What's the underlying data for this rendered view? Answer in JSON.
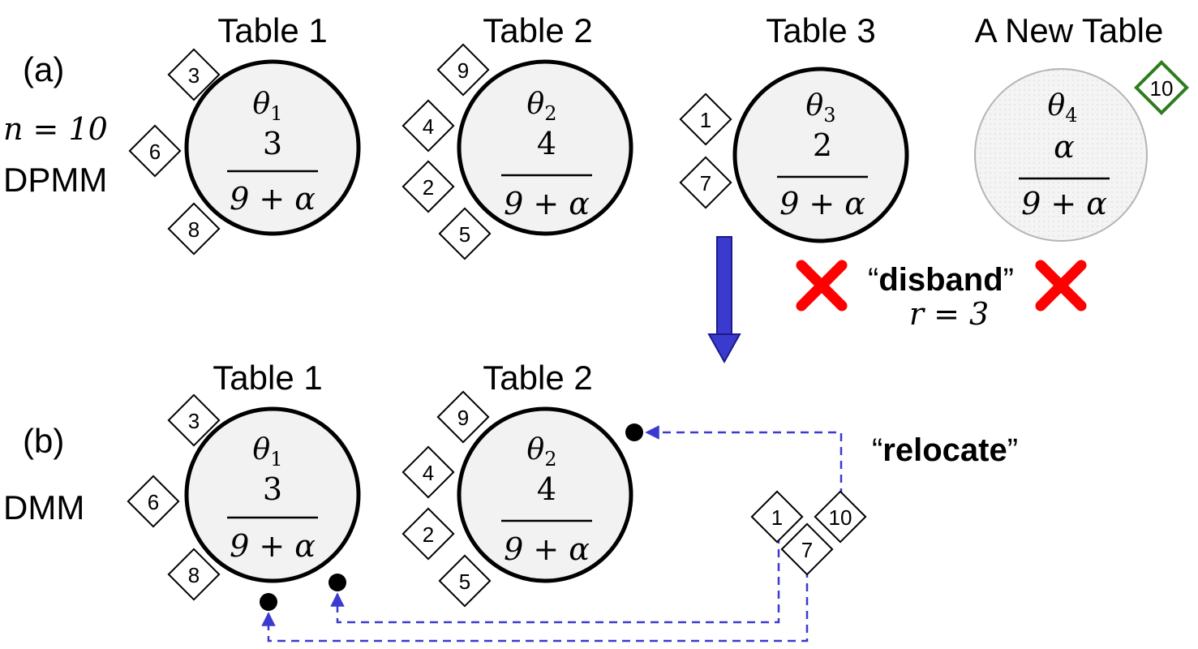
{
  "panel_a": {
    "tag": "(a)",
    "n_label": "n = 10",
    "model": "DPMM",
    "tables": [
      {
        "title": "Table 1",
        "theta": "θ",
        "theta_sub": "1",
        "numerator": "3",
        "denominator": "9 + α",
        "customers": [
          "3",
          "6",
          "8"
        ]
      },
      {
        "title": "Table 2",
        "theta": "θ",
        "theta_sub": "2",
        "numerator": "4",
        "denominator": "9 + α",
        "customers": [
          "9",
          "4",
          "2",
          "5"
        ]
      },
      {
        "title": "Table 3",
        "theta": "θ",
        "theta_sub": "3",
        "numerator": "2",
        "denominator": "9 + α",
        "customers": [
          "1",
          "7"
        ]
      },
      {
        "title": "A New Table",
        "theta": "θ",
        "theta_sub": "4",
        "numerator": "α",
        "denominator": "9 + α",
        "customers": [
          "10"
        ]
      }
    ],
    "disband": {
      "open_quote": "“",
      "word": "disband",
      "close_quote": "”",
      "r_label": "r = 3"
    }
  },
  "panel_b": {
    "tag": "(b)",
    "model": "DMM",
    "tables": [
      {
        "title": "Table 1",
        "theta": "θ",
        "theta_sub": "1",
        "numerator": "3",
        "denominator": "9 + α",
        "customers": [
          "3",
          "6",
          "8"
        ]
      },
      {
        "title": "Table 2",
        "theta": "θ",
        "theta_sub": "2",
        "numerator": "4",
        "denominator": "9 + α",
        "customers": [
          "9",
          "4",
          "2",
          "5"
        ]
      }
    ],
    "relocated": [
      "1",
      "7",
      "10"
    ],
    "relocate": {
      "open_quote": "“",
      "word": "relocate",
      "close_quote": "”"
    }
  },
  "colors": {
    "arrow_blue": "#3a3acf",
    "dashed_blue": "#3a3acf",
    "cross_red": "#ff0000",
    "new_customer_green": "#2e7d1e",
    "table_fill": "#f2f2f2"
  }
}
